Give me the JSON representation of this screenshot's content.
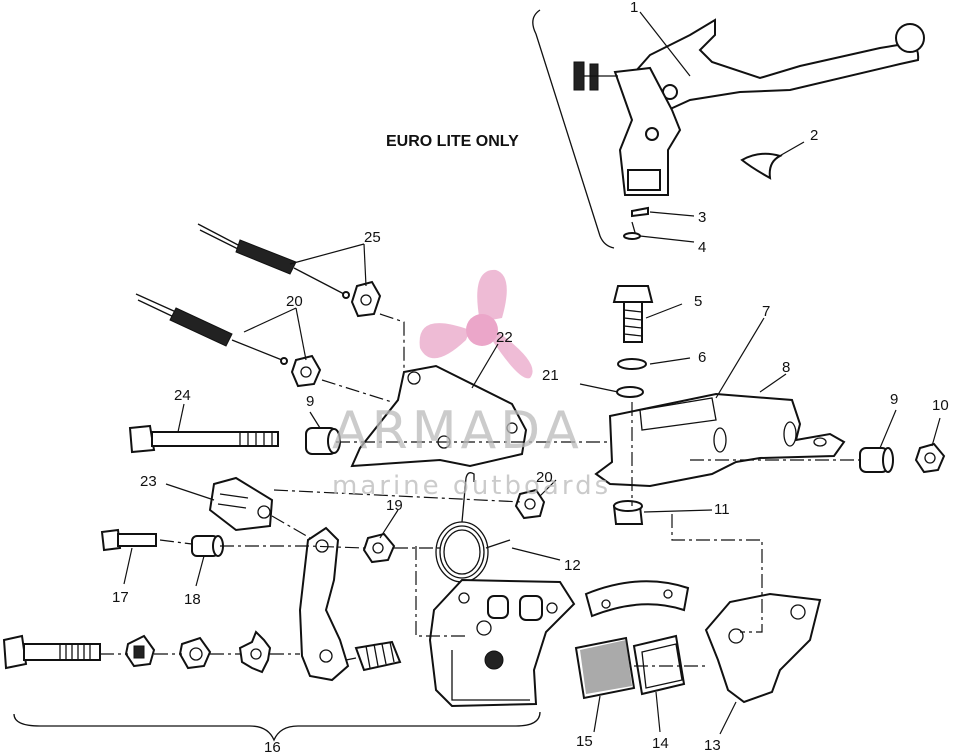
{
  "title_note": "EURO LITE ONLY",
  "callouts": [
    "1",
    "2",
    "3",
    "4",
    "5",
    "6",
    "7",
    "8",
    "9",
    "9",
    "10",
    "11",
    "12",
    "13",
    "14",
    "15",
    "16",
    "17",
    "18",
    "19",
    "20",
    "20",
    "21",
    "22",
    "23",
    "24",
    "25"
  ],
  "watermark": {
    "brand": "ARMADA",
    "tagline": "marine outboards",
    "logo": "propeller-logo",
    "color": "#e9a5c8"
  }
}
